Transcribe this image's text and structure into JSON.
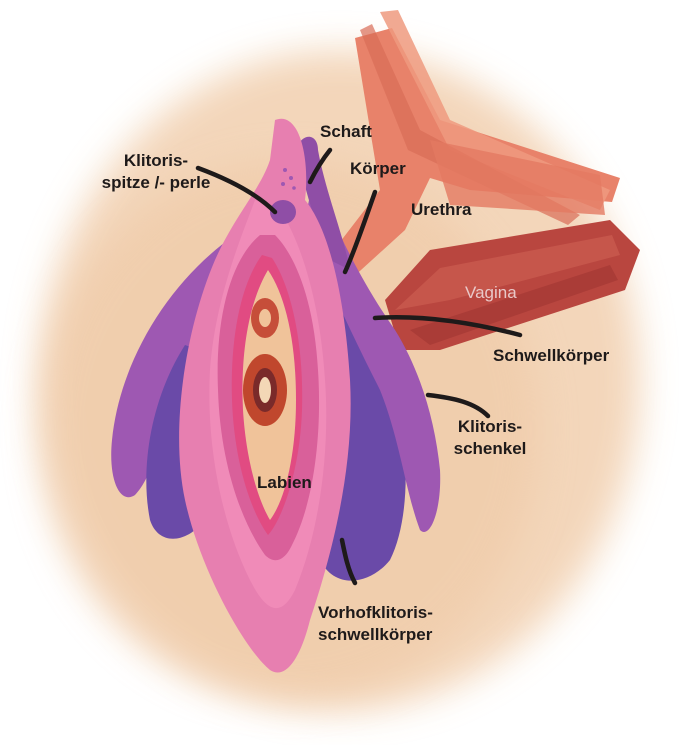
{
  "labels": {
    "schaft": "Schaft",
    "koerper": "Körper",
    "klitorisspitze_line1": "Klitoris-",
    "klitorisspitze_line2": "spitze /- perle",
    "urethra": "Urethra",
    "vagina": "Vagina",
    "schwellkoerper": "Schwellkörper",
    "klitorisschenkel_line1": "Klitoris-",
    "klitorisschenkel_line2": "schenkel",
    "labien": "Labien",
    "vorhof_line1": "Vorhofklitoris-",
    "vorhof_line2": "schwellkörper"
  },
  "colors": {
    "background_wash": "#f2d2b3",
    "urethra_muscle": "#e8826a",
    "vagina_muscle": "#b9463f",
    "labia_outer": "#e77fb0",
    "labia_inner": "#d9609a",
    "clitoris_purple": "#9e58b2",
    "bulb_blue": "#6a4aa8",
    "vestibule": "#f0c39a",
    "leader_lines": "#1e1a1a"
  }
}
